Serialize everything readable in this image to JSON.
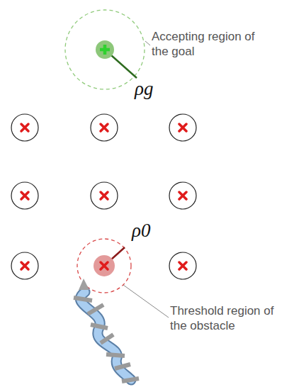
{
  "diagram": {
    "labels": [
      "Accepting region of the goal",
      "ρg",
      "ρ0",
      "Threshold region of the obstacle"
    ]
  }
}
